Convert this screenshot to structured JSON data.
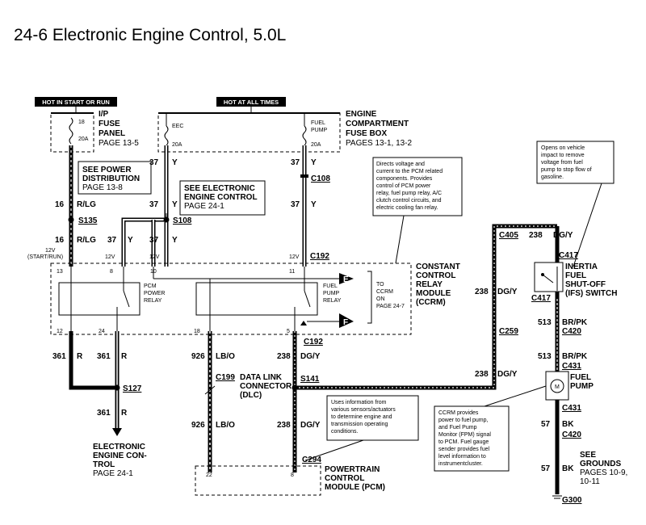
{
  "title": "24-6 Electronic Engine Control, 5.0L",
  "hot": {
    "start_run": "HOT IN START OR RUN",
    "all_times": "HOT AT ALL TIMES"
  },
  "ip_fuse": {
    "name": [
      "I/P",
      "FUSE",
      "PANEL"
    ],
    "page": "PAGE 13-5",
    "fuse_no": "18",
    "amp": "20A"
  },
  "ecfb": {
    "name": [
      "ENGINE",
      "COMPARTMENT",
      "FUSE BOX"
    ],
    "page": "PAGES 13-1, 13-2",
    "eec": "EEC",
    "eec_amp": "20A",
    "fp": [
      "FUEL",
      "PUMP"
    ],
    "fp_amp": "20A"
  },
  "ref_power": {
    "lines": [
      "SEE POWER",
      "DISTRIBUTION"
    ],
    "page": "PAGE 13-8"
  },
  "ref_eec": {
    "lines": [
      "SEE ELECTRONIC",
      "ENGINE CONTROL"
    ],
    "page": "PAGE 24-1"
  },
  "wires": {
    "w16": "16",
    "rlg": "R/LG",
    "w37": "37",
    "y": "Y",
    "w361": "361",
    "r": "R",
    "w926": "926",
    "lbo": "LB/O",
    "w238": "238",
    "dgy": "DG/Y",
    "w513": "513",
    "brpk": "BR/PK",
    "w57": "57",
    "bk": "BK"
  },
  "splices": {
    "s135": "S135",
    "s108": "S108",
    "s127": "S127",
    "s141": "S141"
  },
  "connectors": {
    "c108": "C108",
    "c192": "C192",
    "c199": "C199",
    "c294": "C294",
    "c405": "C405",
    "c259": "C259",
    "c417": "C417",
    "c420": "C420",
    "c431": "C431",
    "g300": "G300"
  },
  "ccrm": {
    "name": [
      "CONSTANT",
      "CONTROL",
      "RELAY",
      "MODULE",
      "(CCRM)"
    ],
    "pcm_relay": [
      "PCM",
      "POWER",
      "RELAY"
    ],
    "fp_relay": [
      "FUEL",
      "PUMP",
      "RELAY"
    ],
    "to_ccrm": [
      "TO",
      "CCRM",
      "ON",
      "PAGE 24-7"
    ],
    "pin13": "13",
    "pin8": "8",
    "pin10": "10",
    "pin11": "11",
    "pin12": "12",
    "pin24": "24",
    "pin18": "18",
    "pin5": "5",
    "v12": "12V",
    "v12_start": [
      "12V",
      "(START/RUN)"
    ],
    "e": "E",
    "f": "F"
  },
  "dlc": {
    "lines": [
      "DATA LINK",
      "CONNECTOR",
      "(DLC)"
    ]
  },
  "pcm": {
    "lines": [
      "POWERTRAIN",
      "CONTROL",
      "MODULE (PCM)"
    ],
    "pin22": "22",
    "pin8": "8"
  },
  "eec_ref": {
    "lines": [
      "ELECTRONIC",
      "ENGINE CON-",
      "TROL"
    ],
    "page": "PAGE 24-1"
  },
  "ifs": {
    "lines": [
      "INERTIA",
      "FUEL",
      "SHUT-OFF",
      "(IFS) SWITCH"
    ]
  },
  "fuel_pump": {
    "lines": [
      "FUEL",
      "PUMP"
    ],
    "m": "M"
  },
  "grounds": {
    "lines": [
      "SEE",
      "GROUNDS"
    ],
    "pages": [
      "PAGES 10-9,",
      "10-11"
    ]
  },
  "notes": {
    "ccrm": [
      "Directs voltage and",
      "current to the PCM related",
      "components. Provides",
      "control of PCM power",
      "relay, fuel pump relay, A/C",
      "clutch control circuits, and",
      "electric cooling fan relay."
    ],
    "ifs": [
      "Opens on vehicle",
      "impact to remove",
      "voltage from fuel",
      "pump to stop flow of",
      "gasoline."
    ],
    "pcm": [
      "Uses information from",
      "various sensors/actuators",
      "to determine engine and",
      "transmission operating",
      "conditions."
    ],
    "fpm": [
      "CCRM provides",
      "power to fuel pump,",
      "and Fuel Pump",
      "Monitor (FPM) signal",
      "to PCM.  Fuel gauge",
      "sender provides fuel",
      "level information to",
      "instrumentcluster."
    ]
  }
}
